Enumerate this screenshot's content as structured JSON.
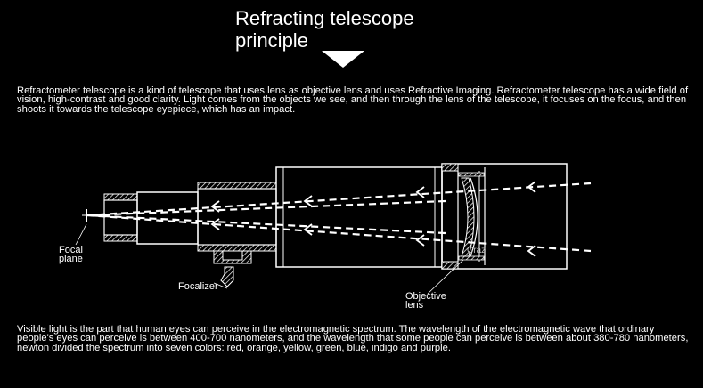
{
  "header": {
    "title_line1": "Refracting telescope",
    "title_line2": "principle"
  },
  "intro_text": "Refractometer telescope is a kind of telescope that uses lens as objective lens and uses Refractive Imaging. Refractometer telescope has a wide field of vision, high-contrast and good clarity. Light comes from the objects we see, and then through the lens of the telescope, it focuses on the focus, and then shoots it towards the telescope eyepiece, which has an impact.",
  "diagram": {
    "labels": {
      "focal_plane_line1": "Focal",
      "focal_plane_line2": "plane",
      "focalizer": "Focalizer",
      "objective_lens_line1": "Objective",
      "objective_lens_line2": "lens",
      "lens_marking": "Craz"
    }
  },
  "footer_text": "Visible light is the part that human eyes can perceive in the electromagnetic spectrum. The wavelength of the electromagnetic wave that ordinary people's eyes can perceive is between 400-700 nanometers, and the wavelength that some people can perceive is between about 380-780 nanometers, newton divided the spectrum into seven colors: red, orange, yellow, green, blue, indigo and purple.",
  "colors": {
    "background": "#000000",
    "foreground": "#ffffff"
  }
}
